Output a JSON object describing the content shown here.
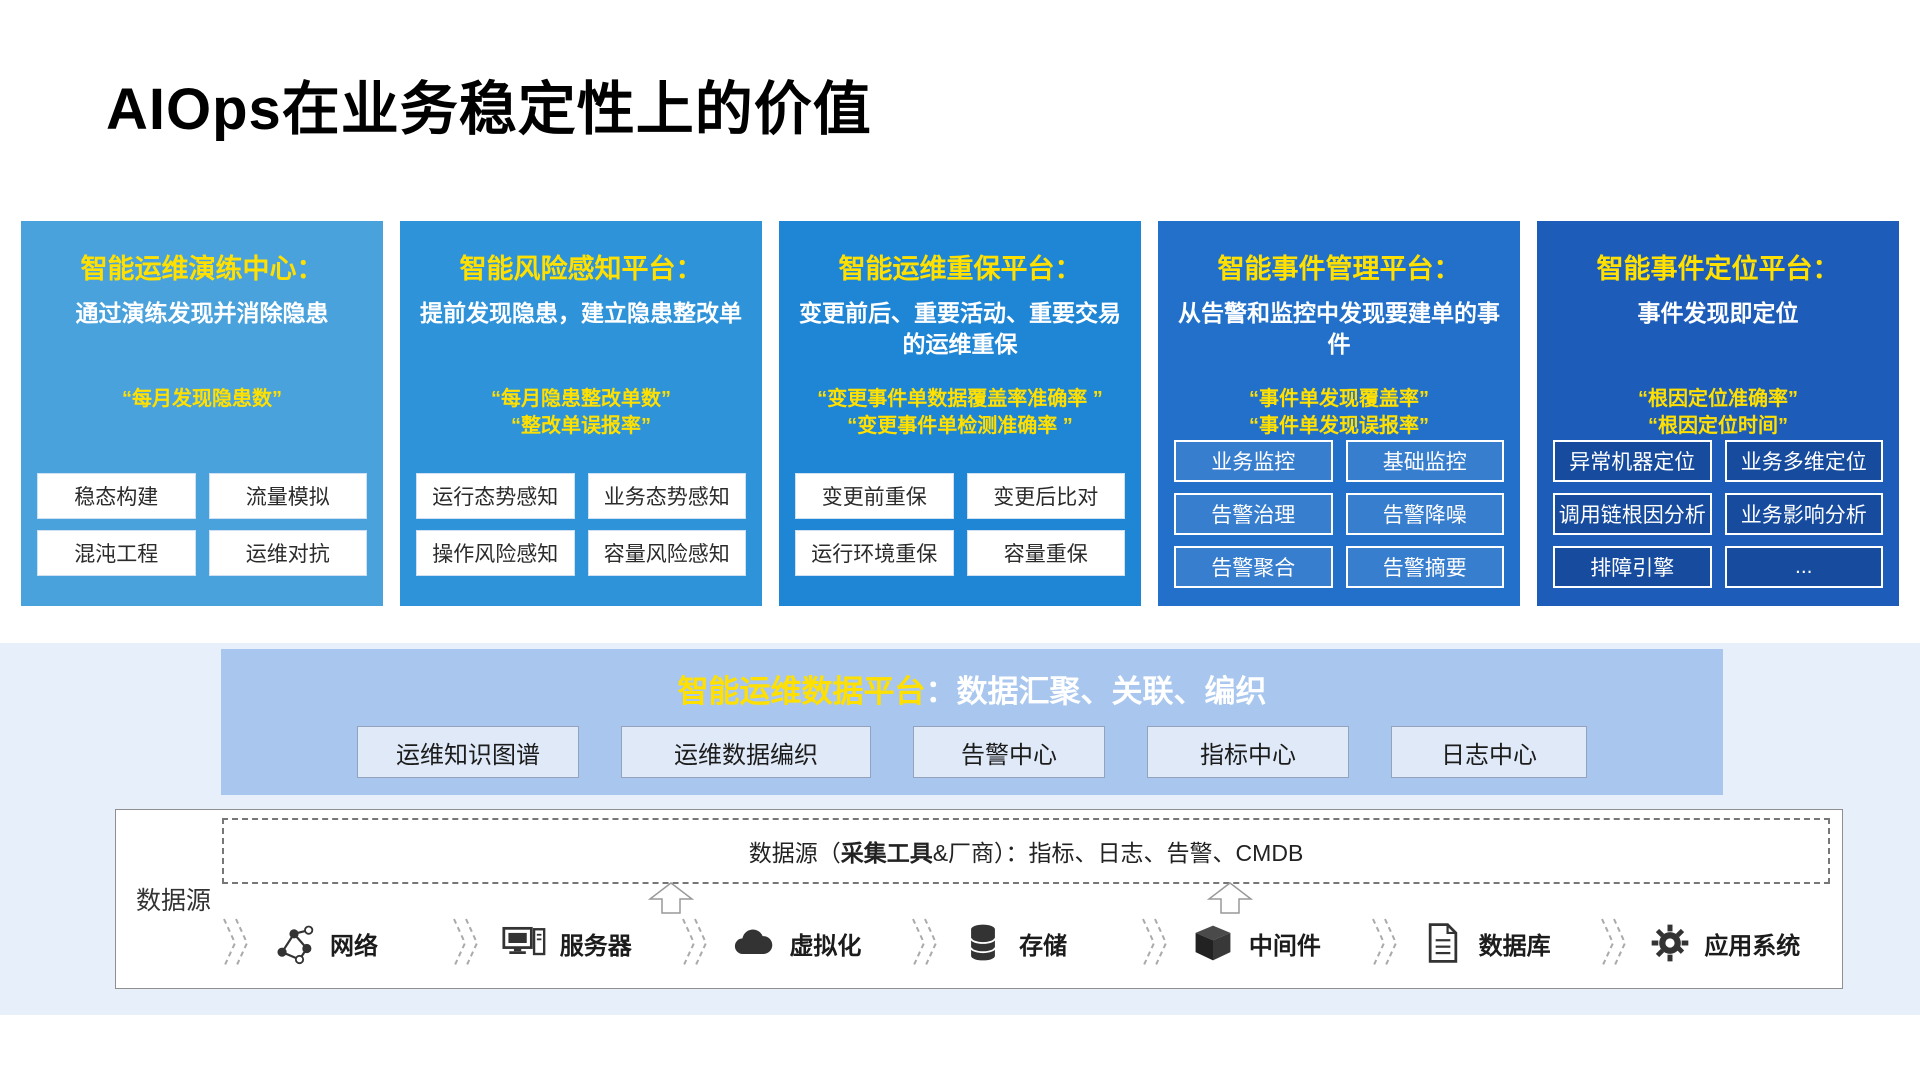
{
  "page": {
    "title": "AIOps在业务稳定性上的价值"
  },
  "colors": {
    "yellow": "#FFE000",
    "panel1": "#4AA2DC",
    "panel2": "#2E93D9",
    "panel3": "#1F85D5",
    "panel4": "#2270CA",
    "panel5": "#1D5CB9",
    "band": "#A9C7EE",
    "strip": "#E7F0FA"
  },
  "platforms": [
    {
      "title": "智能运维演练中心：",
      "subtitle": "通过演练发现并消除隐患",
      "metric1": "“每月发现隐患数”",
      "boxes": [
        "稳态构建",
        "流量模拟",
        "混沌工程",
        "运维对抗"
      ]
    },
    {
      "title": "智能风险感知平台：",
      "subtitle": "提前发现隐患，建立隐患整改单",
      "metric1": "“每月隐患整改单数”",
      "metric2": "“整改单误报率”",
      "boxes": [
        "运行态势感知",
        "业务态势感知",
        "操作风险感知",
        "容量风险感知"
      ]
    },
    {
      "title": "智能运维重保平台：",
      "subtitle": "变更前后、重要活动、重要交易的运维重保",
      "metric1": "“变更事件单数据覆盖率准确率 ”",
      "metric2": "“变更事件单检测准确率 ”",
      "boxes": [
        "变更前重保",
        "变更后比对",
        "运行环境重保",
        "容量重保"
      ]
    },
    {
      "title": "智能事件管理平台：",
      "subtitle": "从告警和监控中发现要建单的事件",
      "metric1": "“事件单发现覆盖率”",
      "metric2": "“事件单发现误报率”",
      "boxes": [
        "业务监控",
        "基础监控",
        "告警治理",
        "告警降噪",
        "告警聚合",
        "告警摘要"
      ]
    },
    {
      "title": "智能事件定位平台：",
      "subtitle": "事件发现即定位",
      "metric1": "“根因定位准确率”",
      "metric2": "“根因定位时间”",
      "boxes": [
        "异常机器定位",
        "业务多维定位",
        "调用链根因分析",
        "业务影响分析",
        "排障引擎",
        "..."
      ]
    }
  ],
  "data_platform": {
    "title_highlight": "智能运维数据平台",
    "title_rest": "：数据汇聚、关联、编织",
    "boxes": [
      "运维知识图谱",
      "运维数据编织",
      "告警中心",
      "指标中心",
      "日志中心"
    ]
  },
  "data_source": {
    "side_label": "数据源",
    "header_prefix": "数据源（",
    "header_bold": "采集工具",
    "header_suffix": "&厂商）：指标、日志、告警、CMDB",
    "items": [
      {
        "icon": "network-icon",
        "label": "网络"
      },
      {
        "icon": "server-icon",
        "label": "服务器"
      },
      {
        "icon": "cloud-icon",
        "label": "虚拟化"
      },
      {
        "icon": "storage-icon",
        "label": "存储"
      },
      {
        "icon": "middleware-icon",
        "label": "中间件"
      },
      {
        "icon": "database-icon",
        "label": "数据库"
      },
      {
        "icon": "application-icon",
        "label": "应用系统"
      }
    ]
  }
}
